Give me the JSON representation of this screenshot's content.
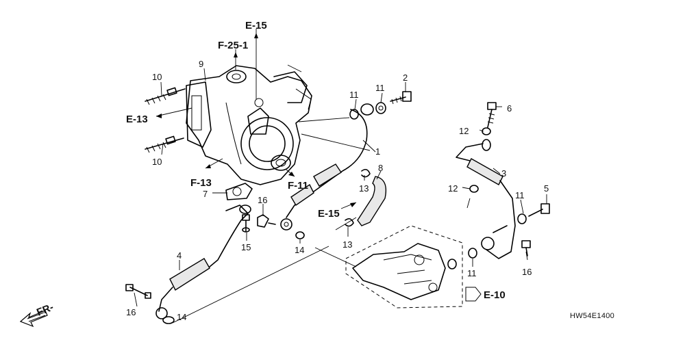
{
  "diagram": {
    "code": "HW54E1400",
    "direction_label": "FR-",
    "callouts": [
      {
        "id": "c1",
        "text": "1"
      },
      {
        "id": "c2",
        "text": "2"
      },
      {
        "id": "c3",
        "text": "3"
      },
      {
        "id": "c4",
        "text": "4"
      },
      {
        "id": "c5",
        "text": "5"
      },
      {
        "id": "c6",
        "text": "6"
      },
      {
        "id": "c7",
        "text": "7"
      },
      {
        "id": "c8",
        "text": "8"
      },
      {
        "id": "c9",
        "text": "9"
      },
      {
        "id": "c10a",
        "text": "10"
      },
      {
        "id": "c10b",
        "text": "10"
      },
      {
        "id": "c11a",
        "text": "11"
      },
      {
        "id": "c11b",
        "text": "11"
      },
      {
        "id": "c11c",
        "text": "11"
      },
      {
        "id": "c11d",
        "text": "11"
      },
      {
        "id": "c12a",
        "text": "12"
      },
      {
        "id": "c12b",
        "text": "12"
      },
      {
        "id": "c13a",
        "text": "13"
      },
      {
        "id": "c13b",
        "text": "13"
      },
      {
        "id": "c14a",
        "text": "14"
      },
      {
        "id": "c14b",
        "text": "14"
      },
      {
        "id": "c15",
        "text": "15"
      },
      {
        "id": "c16a",
        "text": "16"
      },
      {
        "id": "c16b",
        "text": "16"
      },
      {
        "id": "c16c",
        "text": "16"
      }
    ],
    "references": [
      {
        "id": "r_e15_top",
        "text": "E-15"
      },
      {
        "id": "r_f251",
        "text": "F-25-1"
      },
      {
        "id": "r_e13",
        "text": "E-13"
      },
      {
        "id": "r_f13",
        "text": "F-13"
      },
      {
        "id": "r_f11",
        "text": "F-11"
      },
      {
        "id": "r_e15_mid",
        "text": "E-15"
      },
      {
        "id": "r_e10",
        "text": "E-10"
      }
    ]
  }
}
